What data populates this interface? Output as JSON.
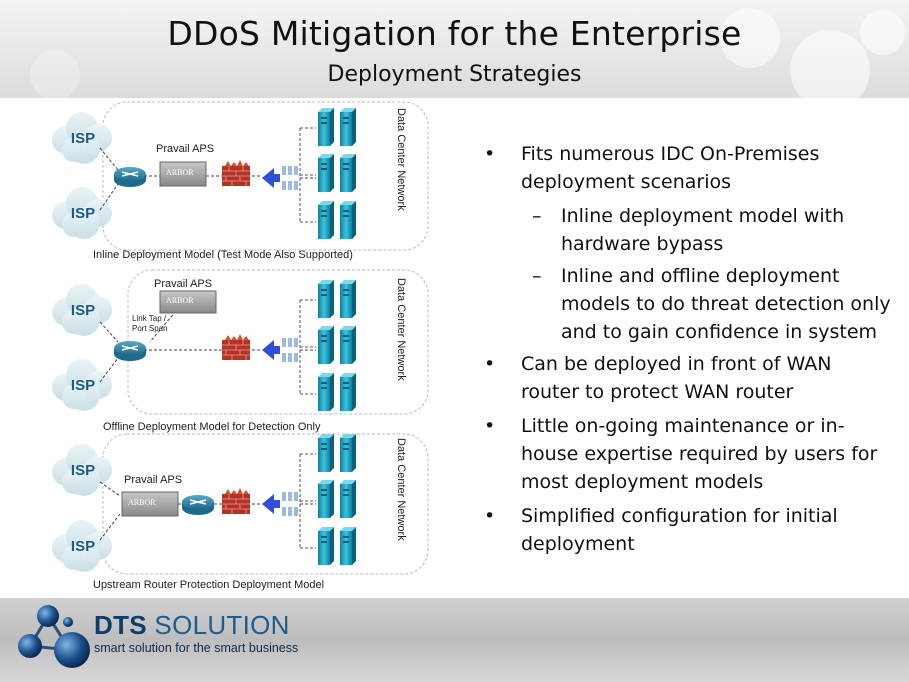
{
  "header": {
    "title": "DDoS Mitigation for the Enterprise",
    "subtitle": "Deployment Strategies"
  },
  "diagrams": [
    {
      "caption": "Inline Deployment Model (Test Mode Also Supported)",
      "isp_top": "ISP",
      "isp_bottom": "ISP",
      "device_label": "Pravail APS",
      "device_brand": "ARBOR",
      "datacenter_label": "Data Center Network"
    },
    {
      "caption": "Offline Deployment Model for Detection Only",
      "isp_top": "ISP",
      "isp_bottom": "ISP",
      "device_label": "Pravail APS",
      "device_brand": "ARBOR",
      "tap_label_1": "Link Tap /",
      "tap_label_2": "Port Span",
      "datacenter_label": "Data Center Network"
    },
    {
      "caption": "Upstream Router Protection Deployment Model",
      "isp_top": "ISP",
      "isp_bottom": "ISP",
      "device_label": "Pravail APS",
      "device_brand": "ARBOR",
      "datacenter_label": "Data Center Network"
    }
  ],
  "bullets": [
    {
      "text": "Fits numerous IDC On-Premises deployment scenarios",
      "lines": [
        "Fits numerous IDC On-Premises",
        "deployment scenarios"
      ],
      "sub": [
        {
          "lines": [
            "Inline deployment model with",
            "hardware bypass"
          ]
        },
        {
          "lines": [
            "Inline and offline deployment",
            "models to do threat detection only",
            "and to gain confidence in system"
          ]
        }
      ]
    },
    {
      "lines": [
        "Can be deployed in front of WAN",
        "router to protect WAN router"
      ]
    },
    {
      "lines": [
        "Little on-going maintenance or in-",
        "house expertise required by users for",
        "most deployment models"
      ]
    },
    {
      "lines": [
        "Simplified configuration for initial",
        "deployment"
      ]
    }
  ],
  "bullet_symbol": "•",
  "dash_symbol": "–",
  "footer": {
    "logo_bold": "DTS",
    "logo_rest": " SOLUTION",
    "tagline": "smart solution for the smart business"
  },
  "colors": {
    "accent_blue": "#1f5c8a",
    "server_teal": "#1ba3c4",
    "firewall_red": "#b5322a"
  }
}
